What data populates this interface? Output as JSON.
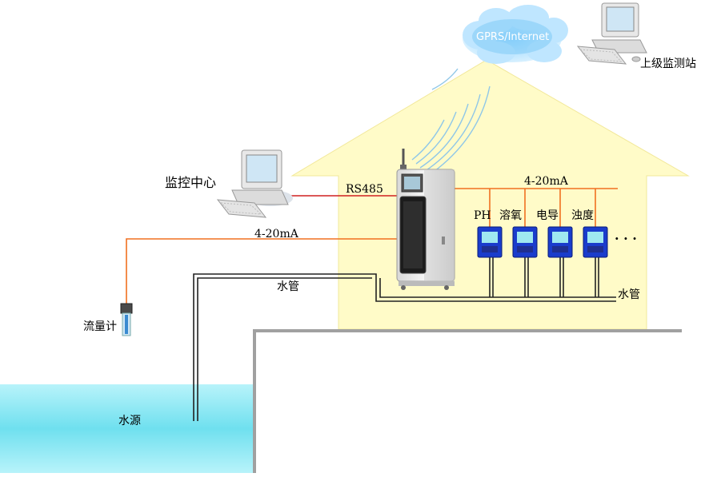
{
  "labels": {
    "cloud": "GPRS/Internet",
    "upper_station": "上级监测站",
    "monitor_center": "监控中心",
    "rs485": "RS485",
    "signal_top": "4-20mA",
    "signal_flow": "4-20mA",
    "pipe_left": "水管",
    "pipe_right": "水管",
    "flowmeter": "流量计",
    "water_source": "水源",
    "sensor_ph": "PH",
    "sensor_do": "溶氧",
    "sensor_cond": "电导",
    "sensor_turb": "浊度",
    "more": "· · ·"
  },
  "colors": {
    "house": "#fffbc8",
    "house_edge": "#f2e89a",
    "signal": "#f07020",
    "rs485": "#d02020",
    "pipe": "#222222",
    "water": "#7fe8f4",
    "ground": "#a0a0a0",
    "cloud": "#bfe6ff",
    "sensor_blue": "#1a3ccc",
    "wifi": "#8fc7e8"
  }
}
